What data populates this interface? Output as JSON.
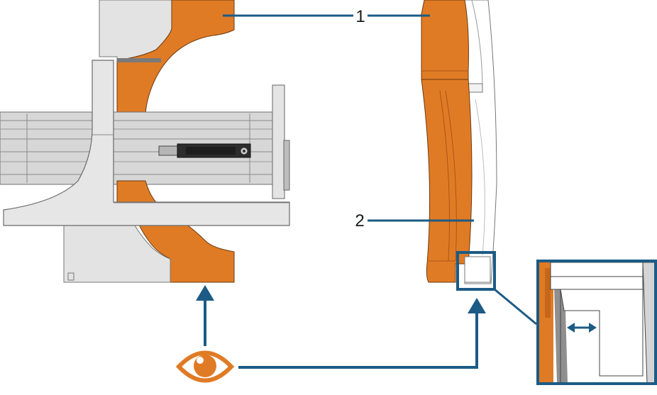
{
  "callouts": [
    {
      "id": "1",
      "label": "1"
    },
    {
      "id": "2",
      "label": "2"
    }
  ],
  "colors": {
    "orange": "#e07b25",
    "orange_dark": "#c5661a",
    "gray_light": "#e3e3e3",
    "gray_mid": "#cfcfcf",
    "gray_dark": "#8f8f8f",
    "rail": "#d9d9d9",
    "blue": "#1c5b85",
    "outline": "#555555"
  },
  "icons": {
    "eye": "eye-icon",
    "arrow_up": "arrow-up-icon",
    "double_arrow": "double-arrow-icon",
    "magnifier_frame": "detail-frame"
  }
}
